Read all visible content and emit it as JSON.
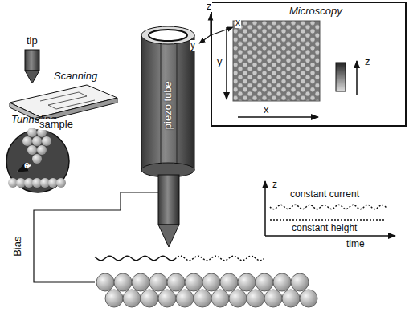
{
  "diagram": {
    "nodes": [
      {
        "text": [
          "piezo tube"
        ]
      },
      {
        "text": [
          "Microscopy",
          "y",
          "x",
          "z"
        ]
      },
      {
        "text": [
          "Tunneling",
          "e"
        ]
      }
    ],
    "labels": [
      "tip",
      "Scanning",
      "sample",
      "z",
      "x",
      "y",
      "Bias",
      "z",
      "constant current",
      "constant height",
      "time"
    ]
  }
}
